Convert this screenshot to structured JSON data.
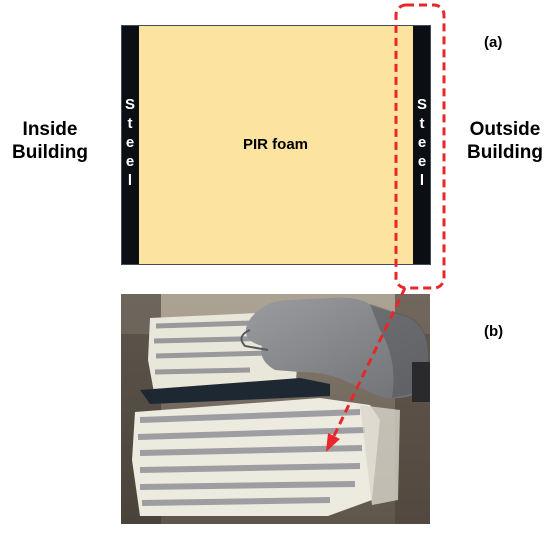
{
  "labels": {
    "inside": [
      "Inside",
      "Building"
    ],
    "outside": [
      "Outside",
      "Building"
    ],
    "foam": "PIR foam",
    "steel_left": [
      "S",
      "t",
      "e",
      "e",
      "l"
    ],
    "steel_right": [
      "S",
      "t",
      "e",
      "e",
      "l"
    ],
    "panel_a": "(a)",
    "panel_b": "(b)"
  },
  "colors": {
    "foam": "#FCE3A0",
    "steel": "#0B0F14",
    "highlight": "#E8272A",
    "frame": "#3D4F5A"
  }
}
